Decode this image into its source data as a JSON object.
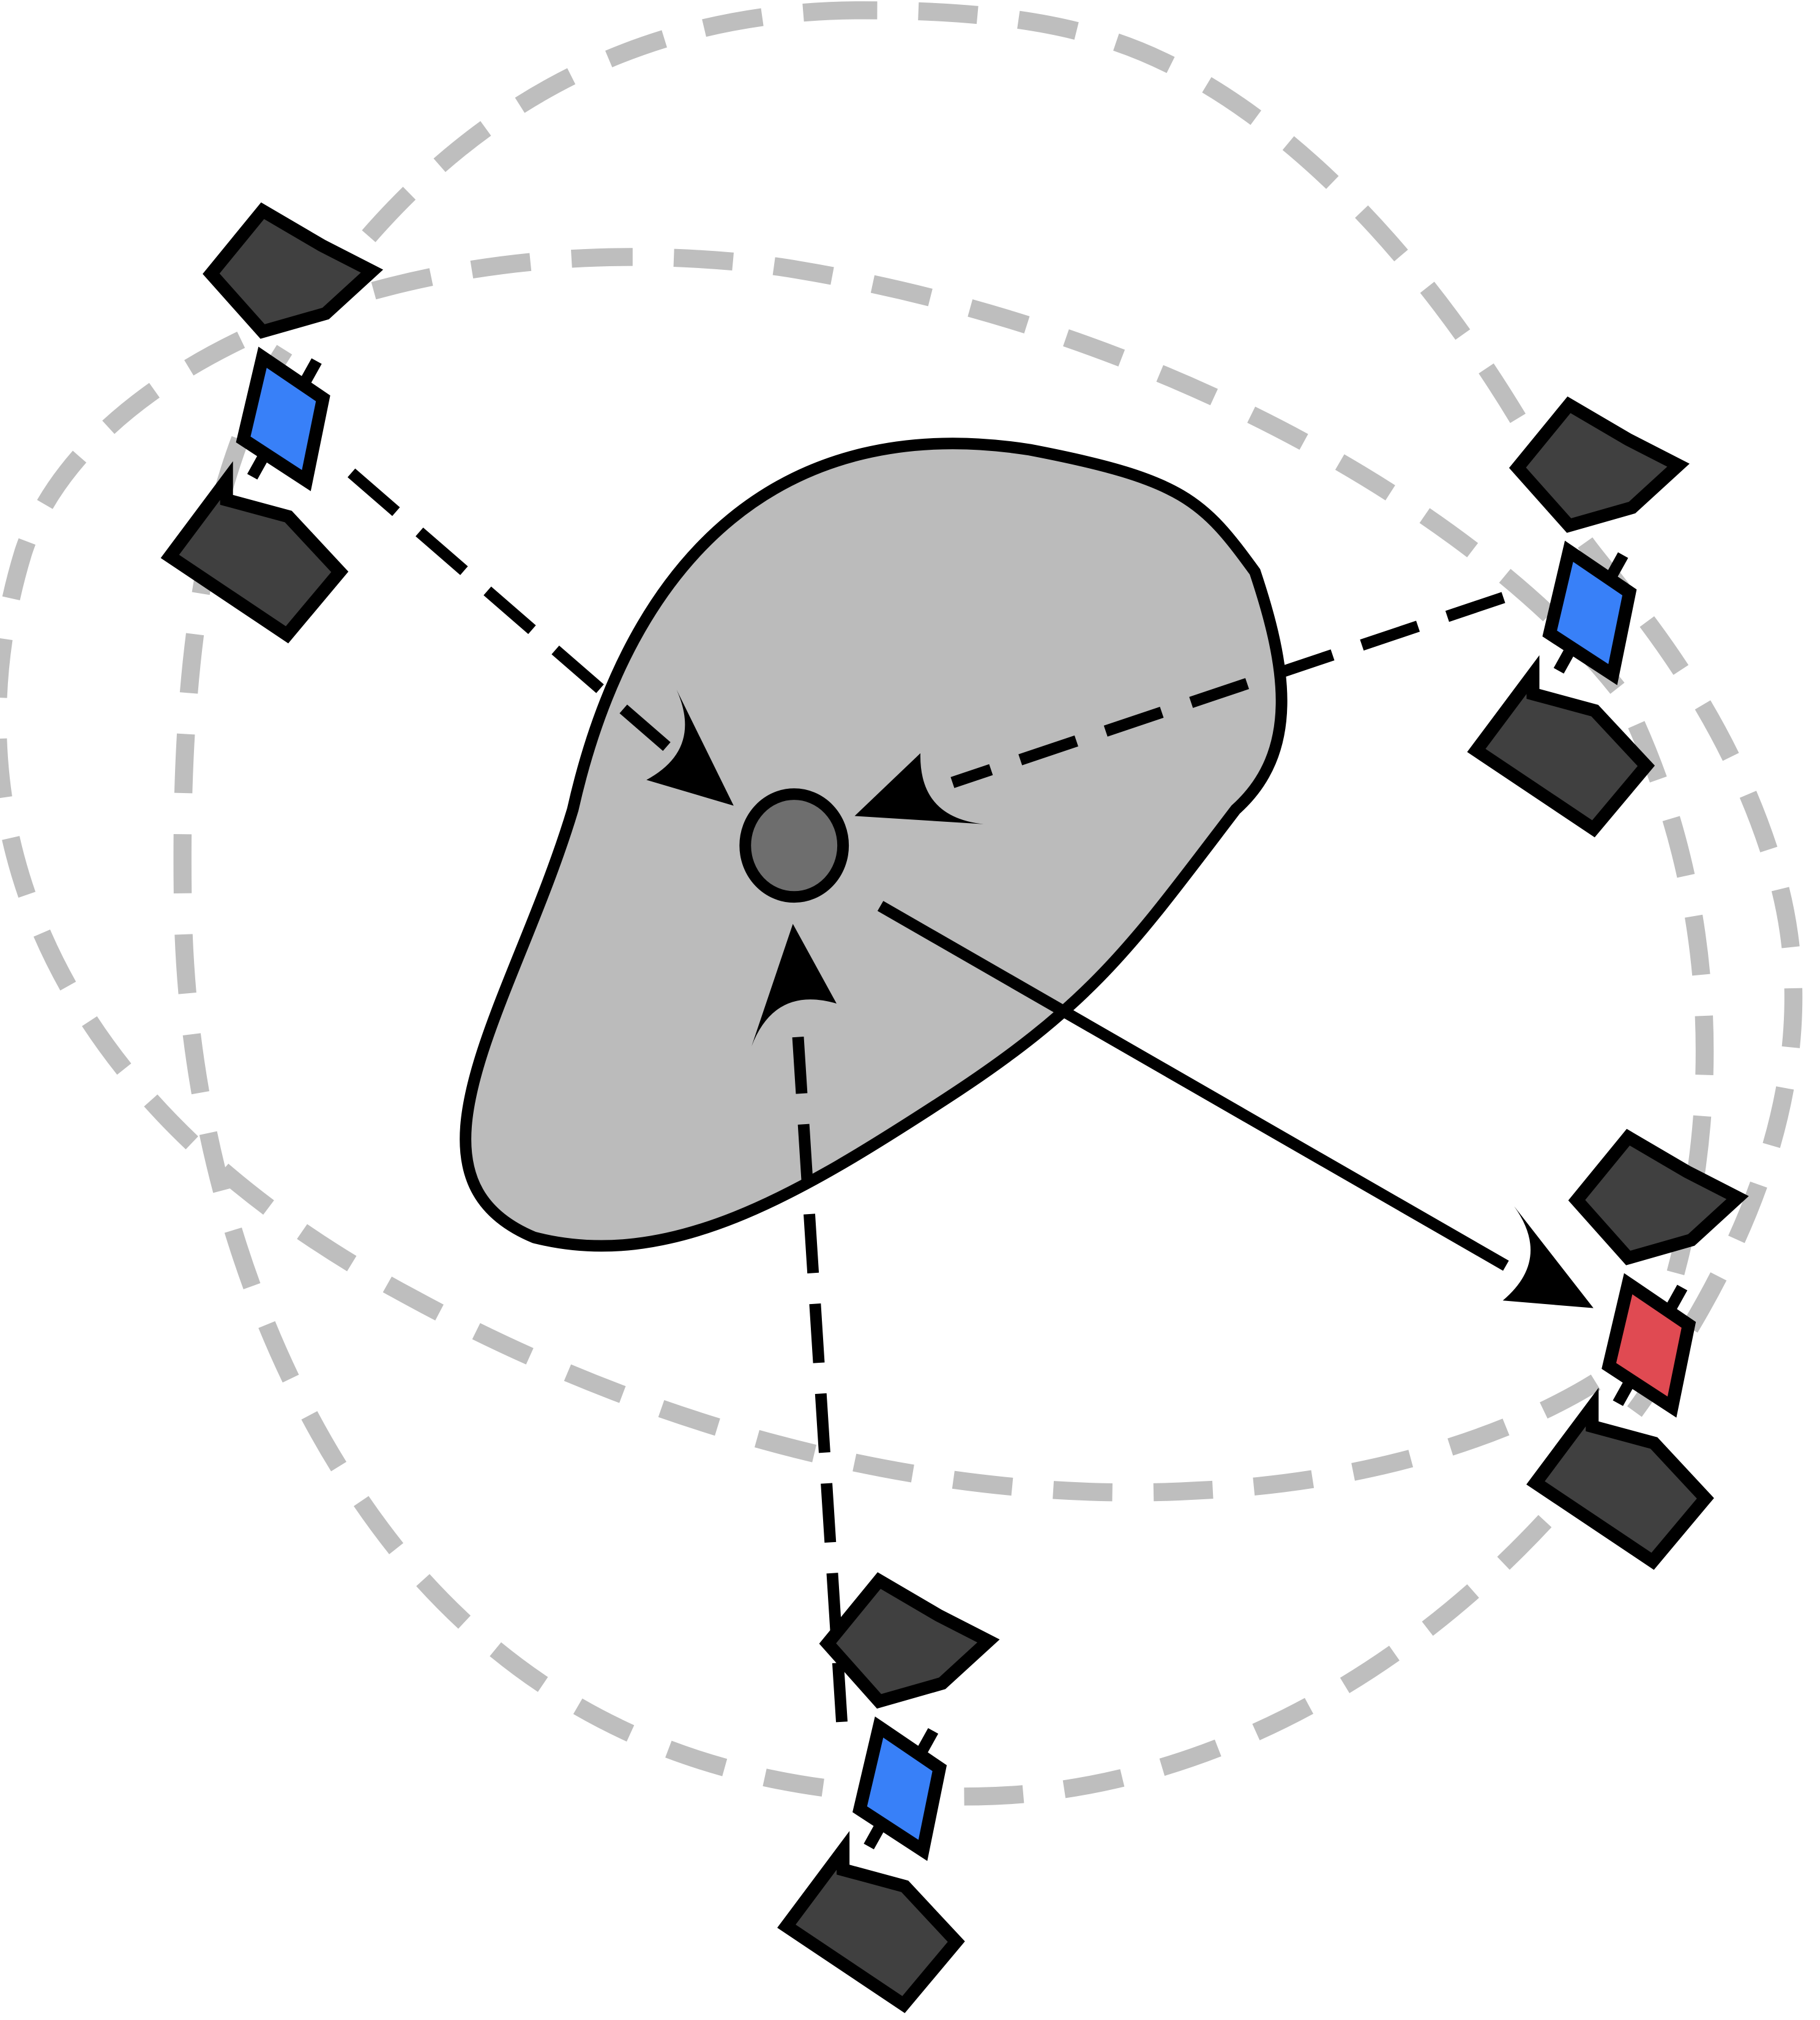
{
  "colors": {
    "background": "#ffffff",
    "orbit": "#bebebe",
    "region_fill": "#bbbbbb",
    "outline": "#000000",
    "target_dot": "#6e6e6e",
    "panel": "#404040",
    "body_normal": "#3880f8",
    "body_highlight": "#e04a52"
  },
  "diagram": {
    "nodes": [
      {
        "name": "central-region",
        "kind": "irregular-region"
      },
      {
        "name": "target-point",
        "kind": "point"
      },
      {
        "name": "satellite-upper-left",
        "kind": "satellite",
        "status": "blue"
      },
      {
        "name": "satellite-right",
        "kind": "satellite",
        "status": "blue"
      },
      {
        "name": "satellite-bottom",
        "kind": "satellite",
        "status": "blue"
      },
      {
        "name": "satellite-lower-right",
        "kind": "satellite",
        "status": "red"
      }
    ],
    "orbits": [
      {
        "name": "orbit-wide-ellipse",
        "style": "dashed"
      },
      {
        "name": "orbit-tall-ellipse",
        "style": "dashed"
      }
    ],
    "links": [
      {
        "from": "satellite-upper-left",
        "to": "target-point",
        "style": "dashed"
      },
      {
        "from": "satellite-right",
        "to": "target-point",
        "style": "dashed"
      },
      {
        "from": "satellite-bottom",
        "to": "target-point",
        "style": "dashed"
      },
      {
        "from": "target-point",
        "to": "satellite-lower-right",
        "style": "solid"
      }
    ]
  }
}
